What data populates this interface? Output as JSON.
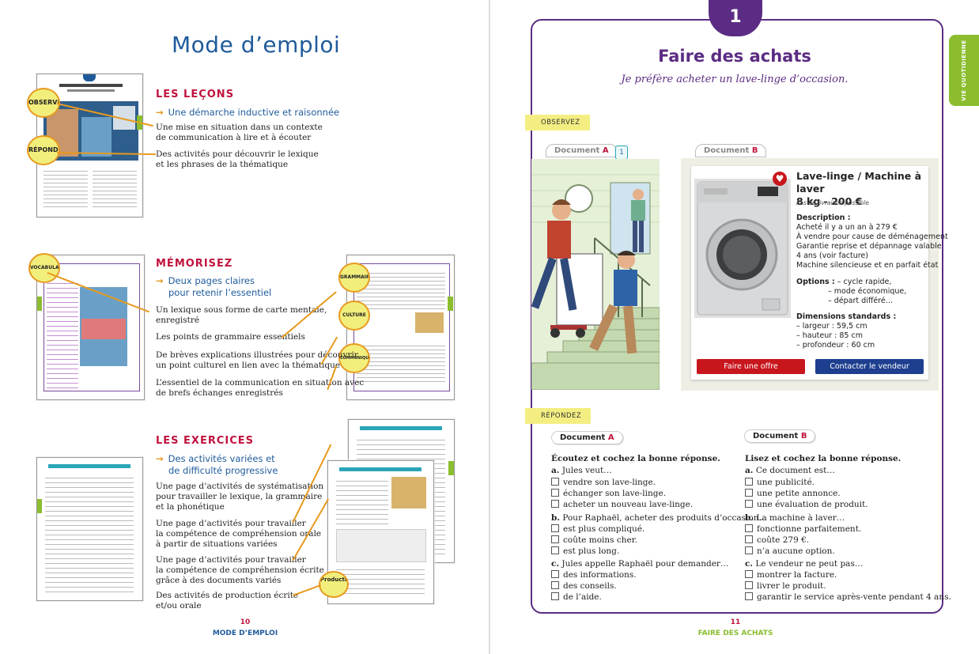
{
  "left_page": {
    "title": "Mode d’emploi",
    "sections": [
      {
        "title": "LES LEÇONS",
        "subtitle": [
          "Une démarche inductive et raisonnée"
        ],
        "items": [
          [
            "Une mise en situation dans un contexte",
            "de communication à lire et à écouter"
          ],
          [
            "Des activités pour découvrir le lexique",
            "et les phrases de la thématique"
          ]
        ],
        "badges": [
          "OBSERVEZ",
          "RÉPONDEZ"
        ]
      },
      {
        "title": "MÉMORISEZ",
        "subtitle": [
          "Deux pages claires",
          "pour retenir l’essentiel"
        ],
        "items": [
          [
            "Un lexique sous forme de carte mentale,",
            "enregistré"
          ],
          [
            "Les points de grammaire essentiels"
          ],
          [
            "De brèves explications illustrées pour découvrir",
            "un point culturel en lien avec la thématique"
          ],
          [
            "L’essentiel de la communication en situation avec",
            "de brefs échanges enregistrés"
          ]
        ],
        "badges": [
          "VOCABULAIRE",
          "GRAMMAIRE",
          "CULTURE",
          "COMMUNIQUER"
        ]
      },
      {
        "title": "LES EXERCICES",
        "subtitle": [
          "Des activités variées et",
          "de difficulté progressive"
        ],
        "items": [
          [
            "Une page d’activités de systématisation",
            "pour travailler le lexique, la grammaire",
            "et la phonétique"
          ],
          [
            "Une page d’activités pour travailler",
            "la compétence de compréhension orale",
            "à partir de situations variées"
          ],
          [
            "Une page d’activités pour travailler",
            "la compétence de compréhension écrite",
            "grâce à des documents variés"
          ],
          [
            "Des activités de production écrite",
            "et/ou orale"
          ]
        ],
        "badges": [
          "Production"
        ]
      }
    ],
    "page_number": "10",
    "footer": "MODE D’EMPLOI"
  },
  "right_page": {
    "unit_number": "1",
    "title": "Faire des achats",
    "subtitle": "Je préfère acheter un lave-linge d’occasion.",
    "side_tab": "VIE QUOTIDIENNE",
    "observez_label": "OBSERVEZ",
    "repondez_label": "RÉPONDEZ",
    "doc_a_label": "Document",
    "doc_a_letter": "A",
    "doc_b_label": "Document",
    "doc_b_letter": "B",
    "track_number": "1",
    "ad": {
      "title": "Lave-linge / Machine à laver",
      "price": "8 kg - 200 €",
      "delivery": "Pas de livraison possible",
      "desc_heading": "Description :",
      "desc_lines": [
        "Acheté il y a un an à 279 €",
        "À vendre pour cause de déménagement",
        "Garantie reprise et dépannage valable",
        "4 ans (voir facture)",
        "Machine silencieuse et en parfait état"
      ],
      "options_heading": "Options :",
      "options": [
        "– cycle rapide,",
        "– mode économique,",
        "– départ différé…"
      ],
      "dims_heading": "Dimensions standards :",
      "dims": [
        "– largeur : 59,5 cm",
        "– hauteur : 85 cm",
        "– profondeur : 60 cm"
      ],
      "btn_offer": "Faire une offre",
      "btn_contact": "Contacter le vendeur",
      "btn_offer_color": "#c8161d",
      "btn_contact_color": "#1e3f8f"
    },
    "questions_a": {
      "instruction": "Écoutez et cochez la bonne réponse.",
      "q": [
        {
          "n": "a.",
          "text": "Jules veut…",
          "options": [
            "vendre son lave-linge.",
            "échanger son lave-linge.",
            "acheter un nouveau lave-linge."
          ]
        },
        {
          "n": "b.",
          "text": "Pour Raphaël, acheter des produits d’occasion…",
          "options": [
            "est plus compliqué.",
            "coûte moins cher.",
            "est plus long."
          ]
        },
        {
          "n": "c.",
          "text": "Jules appelle Raphaël pour demander…",
          "options": [
            "des informations.",
            "des conseils.",
            "de l’aide."
          ]
        }
      ]
    },
    "questions_b": {
      "instruction": "Lisez et cochez la bonne réponse.",
      "q": [
        {
          "n": "a.",
          "text": "Ce document est…",
          "options": [
            "une publicité.",
            "une petite annonce.",
            "une évaluation de produit."
          ]
        },
        {
          "n": "b.",
          "text": "La machine à laver…",
          "options": [
            "fonctionne parfaitement.",
            "coûte 279 €.",
            "n’a aucune option."
          ]
        },
        {
          "n": "c.",
          "text": "Le vendeur ne peut pas…",
          "options": [
            "montrer la facture.",
            "livrer le produit.",
            "garantir le service après-vente pendant 4 ans."
          ]
        }
      ]
    },
    "page_number": "11",
    "footer": "FAIRE DES ACHATS"
  }
}
